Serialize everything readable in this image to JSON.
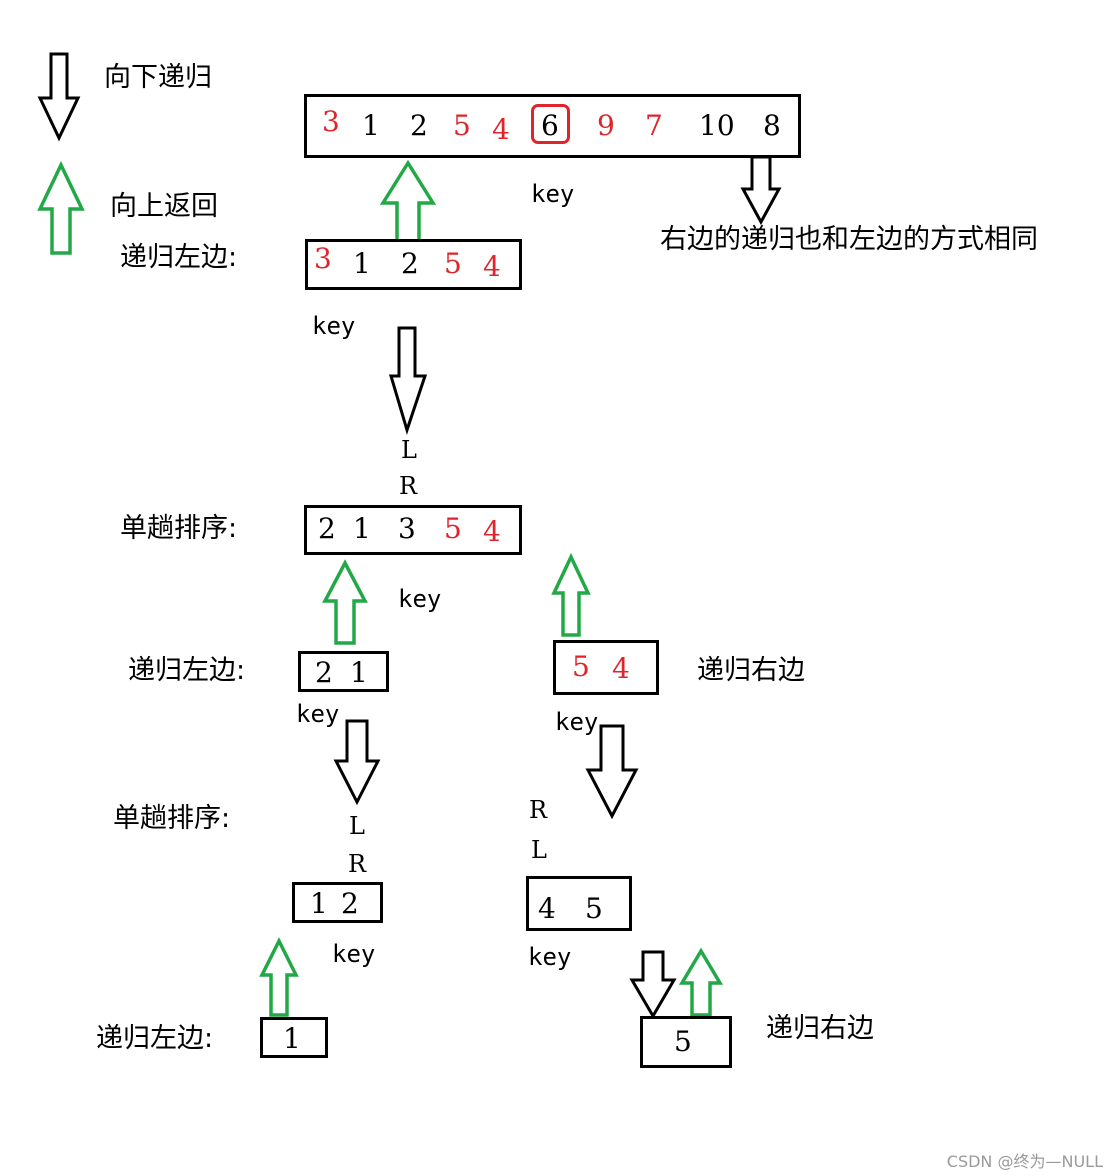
{
  "legend": {
    "down_label": "向下递归",
    "up_label": "向上返回"
  },
  "colors": {
    "red": "#e0242b",
    "green": "#22a846",
    "black": "#000000"
  },
  "top_array": {
    "values": [
      "3",
      "1",
      "2",
      "5",
      "4",
      "6",
      "9",
      "7",
      "10",
      "8"
    ],
    "key_label": "key",
    "right_note": "右边的递归也和左边的方式相同"
  },
  "level1_left": {
    "caption": "递归左边:",
    "values": [
      "3",
      "1",
      "2",
      "5",
      "4"
    ],
    "key_label": "key",
    "l_label": "L",
    "r_label": "R"
  },
  "level1_pass": {
    "caption": "单趟排序:",
    "values": [
      "2",
      "1",
      "3",
      "5",
      "4"
    ],
    "key_label": "key"
  },
  "level2_left": {
    "caption": "递归左边:",
    "values": [
      "2",
      "1"
    ],
    "key_label": "key"
  },
  "level2_right": {
    "caption": "递归右边",
    "values": [
      "5",
      "4"
    ],
    "key_label": "key",
    "r_label": "R",
    "l_label": "L"
  },
  "level2_pass": {
    "caption": "单趟排序:",
    "l_label": "L",
    "r_label": "R",
    "values": [
      "1",
      "2"
    ],
    "key_label": "key"
  },
  "level2_right_sorted": {
    "values": [
      "4",
      "5"
    ],
    "key_label": "key"
  },
  "level3_left": {
    "caption": "递归左边:",
    "values": [
      "1"
    ]
  },
  "level3_right": {
    "caption": "递归右边",
    "values": [
      "5"
    ]
  },
  "watermark": "CSDN @终为—NULL"
}
